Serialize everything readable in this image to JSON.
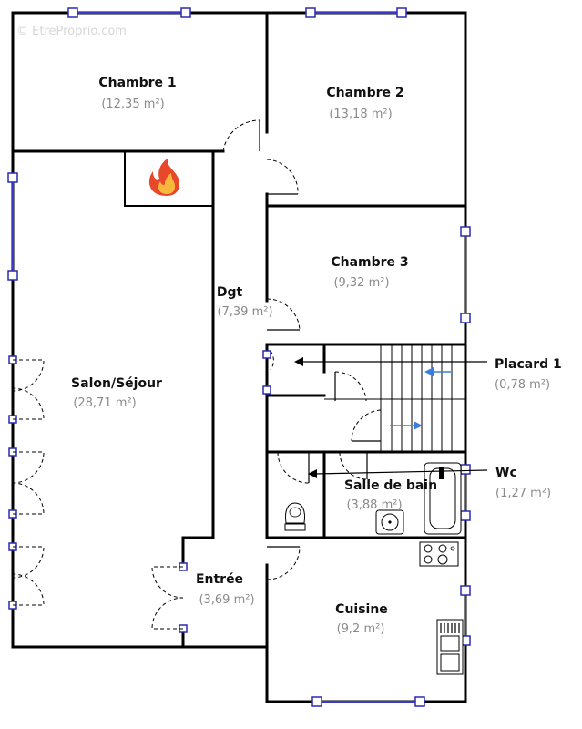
{
  "watermark": "© EtreProprio.com",
  "rooms": [
    {
      "id": "chambre1",
      "name": "Chambre 1",
      "area": "(12,35 m²)"
    },
    {
      "id": "chambre2",
      "name": "Chambre 2",
      "area": "(13,18 m²)"
    },
    {
      "id": "chambre3",
      "name": "Chambre 3",
      "area": "(9,32 m²)"
    },
    {
      "id": "dgt",
      "name": "Dgt",
      "area": "(7,39 m²)"
    },
    {
      "id": "salon",
      "name": "Salon/Séjour",
      "area": "(28,71 m²)"
    },
    {
      "id": "placard1",
      "name": "Placard 1",
      "area": "(0,78 m²)"
    },
    {
      "id": "salle_de_bain",
      "name": "Salle de bain",
      "area": "(3,88 m²)"
    },
    {
      "id": "wc",
      "name": "Wc",
      "area": "(1,27 m²)"
    },
    {
      "id": "entree",
      "name": "Entrée",
      "area": "(3,69 m²)"
    },
    {
      "id": "cuisine",
      "name": "Cuisine",
      "area": "(9,2 m²)"
    }
  ],
  "icons": {
    "fireplace": "fire-icon",
    "accent": "#3a3ac8",
    "stair_arrow": "#3c7de0"
  }
}
